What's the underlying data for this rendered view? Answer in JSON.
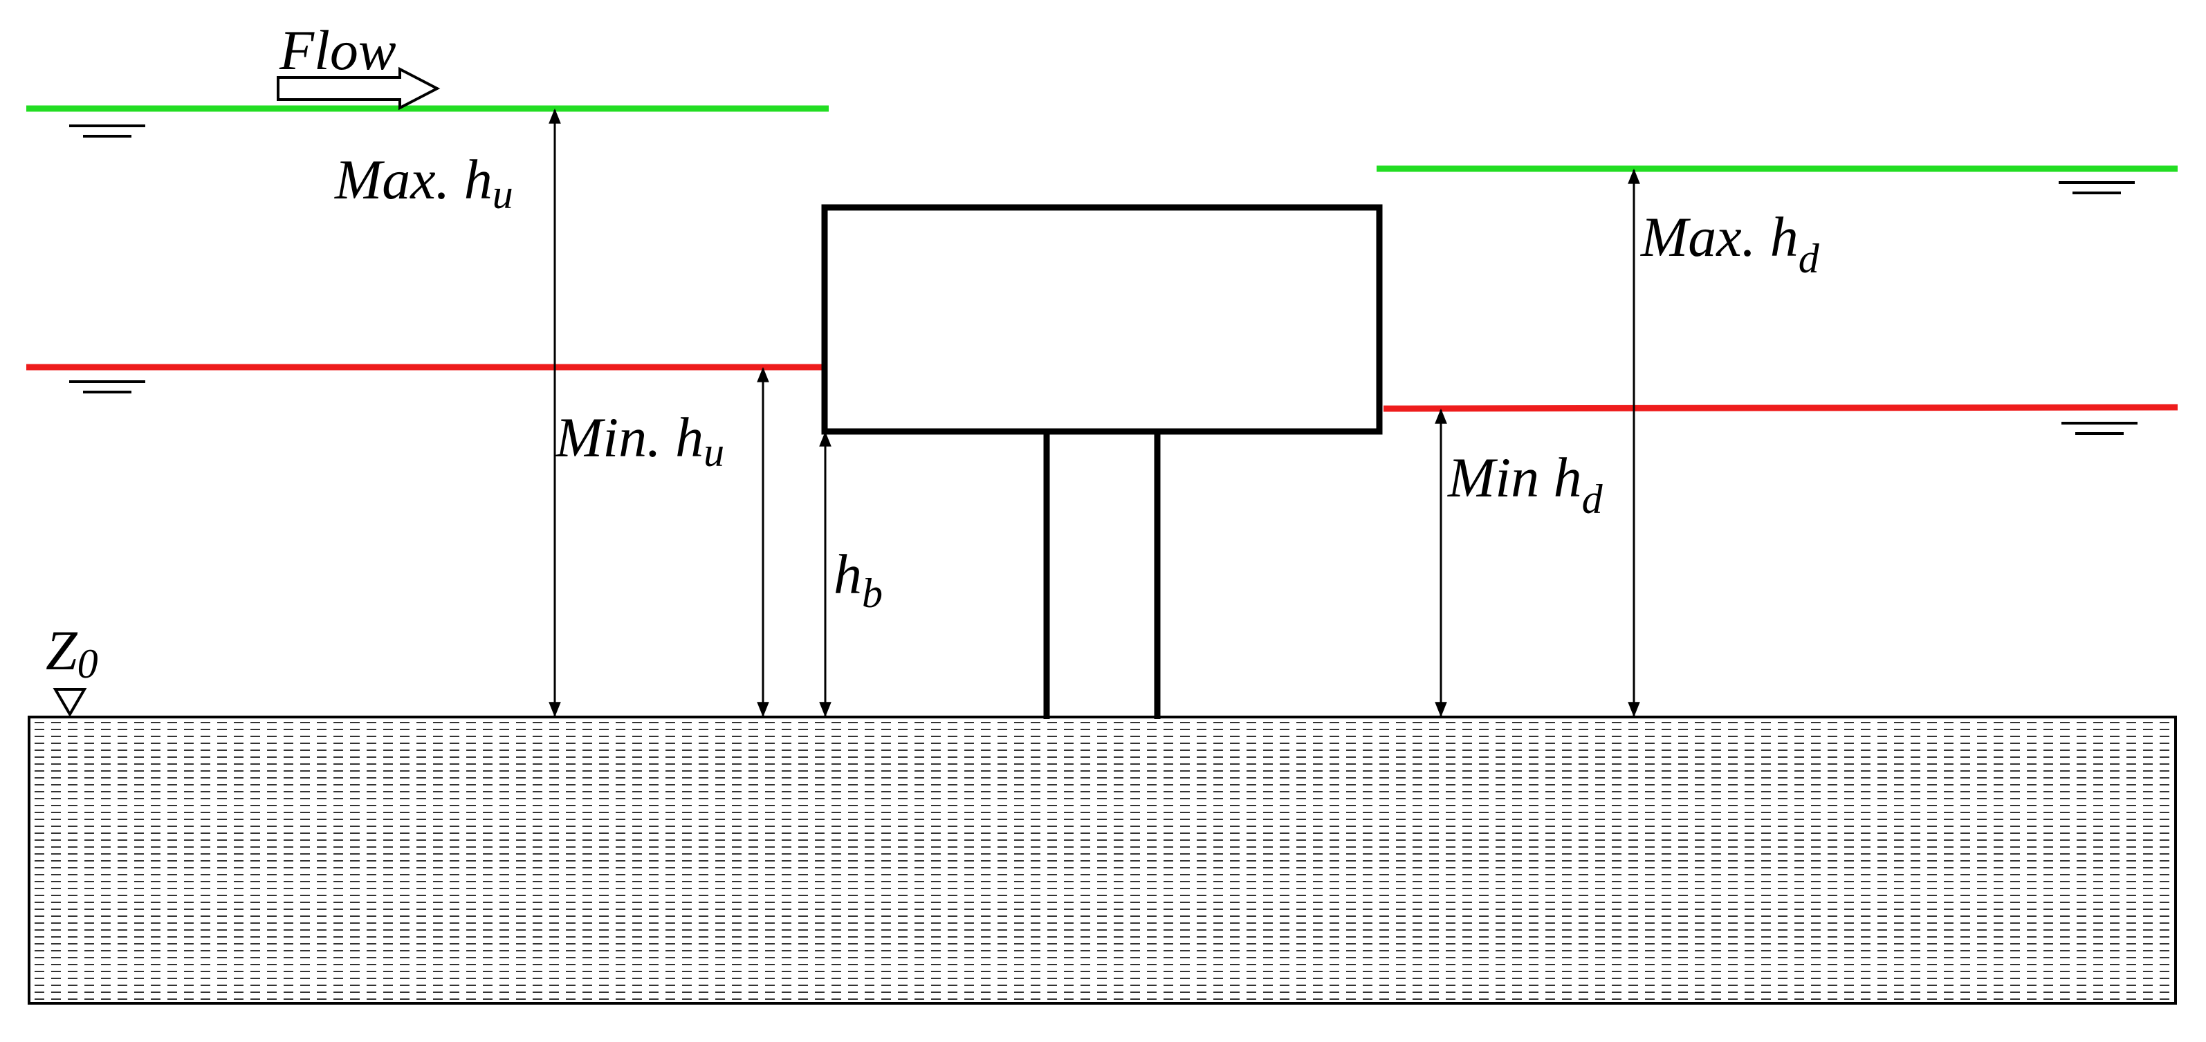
{
  "labels": {
    "flow": "Flow",
    "max_hu_main": "Max. h",
    "max_hu_sub": "u",
    "min_hu_main": "Min. h",
    "min_hu_sub": "u",
    "hb_main": "h",
    "hb_sub": "b",
    "max_hd_main": "Max. h",
    "max_hd_sub": "d",
    "min_hd_main": "Min h",
    "min_hd_sub": "d",
    "z0_main": "Z",
    "z0_sub": "0"
  },
  "colors": {
    "max_level": "#22dd22",
    "min_level": "#ee1c1c",
    "structure": "#000000"
  }
}
